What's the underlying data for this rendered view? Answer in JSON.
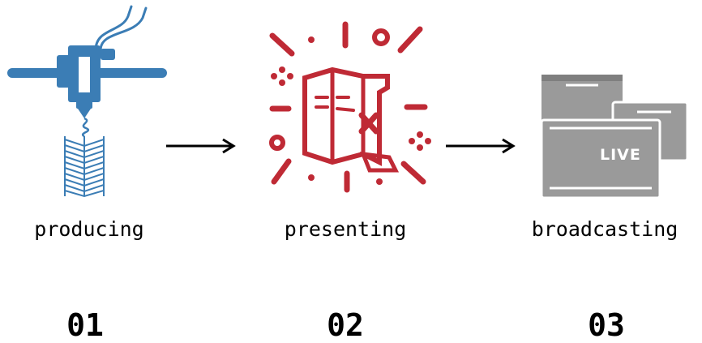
{
  "colors": {
    "producing": "#3b7db5",
    "presenting": "#bf2a35",
    "broadcasting": "#9a9a9a",
    "text": "#000000"
  },
  "steps": [
    {
      "label": "producing",
      "number": "01",
      "icon": "3d-printer-icon"
    },
    {
      "label": "presenting",
      "number": "02",
      "icon": "treasure-map-icon"
    },
    {
      "label": "broadcasting",
      "number": "03",
      "icon": "live-broadcast-icon"
    }
  ],
  "live_badge": "LIVE"
}
